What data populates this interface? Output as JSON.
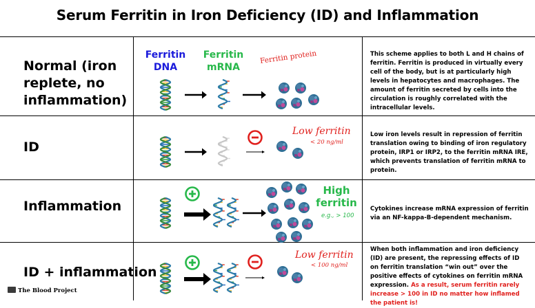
{
  "title": "Serum Ferritin in Iron Deficiency (ID) and Inflammation",
  "header_labels": {
    "dna_line1": "Ferritin",
    "dna_line2": "DNA",
    "mrna_line1": "Ferritin",
    "mrna_line2": "mRNA",
    "protein": "Ferritin protein"
  },
  "colors": {
    "dna_label": "#1a1adb",
    "mrna_label": "#27b84a",
    "red": "#e0201d",
    "green": "#27b84a"
  },
  "rows": [
    {
      "label_lines": [
        "Normal (iron",
        "replete, no",
        "inflammation)"
      ],
      "description": "This scheme applies to both L and H chains of ferritin. Ferritin is produced in virtually every cell of the body, but is at particularly high levels in hepatocytes and macrophages. The amount of ferritin secreted by cells into the circulation is roughly correlated with the intracellular levels."
    },
    {
      "label_lines": [
        "ID"
      ],
      "status": "Low ferritin",
      "status_sub": "< 20 ng/ml",
      "description": "Low iron levels result in repression of ferritin translation owing to binding of iron regulatory protein, IRP1 or IRP2, to the ferritin mRNA IRE, which prevents translation of ferritin mRNA to protein."
    },
    {
      "label_lines": [
        "Inflammation"
      ],
      "status_line1": "High",
      "status_line2": "ferritin",
      "status_sub": "e.g., > 100",
      "description": "Cytokines increase mRNA expression of ferritin via an NF-kappa-B-dependent mechanism."
    },
    {
      "label_lines": [
        "ID + inflammation"
      ],
      "status": "Low ferritin",
      "status_sub": "< 100 ng/ml",
      "description": "When both inflammation and iron deficiency (ID) are present, the repressing effects of ID on ferritin translation “win out” over the  positive effects of cytokines on ferritin mRNA expression.",
      "description_red": "As a result, serum ferritin rarely increase > 100 in ID no matter how inflamed the patient is!"
    }
  ],
  "logo_text": "The Blood Project"
}
